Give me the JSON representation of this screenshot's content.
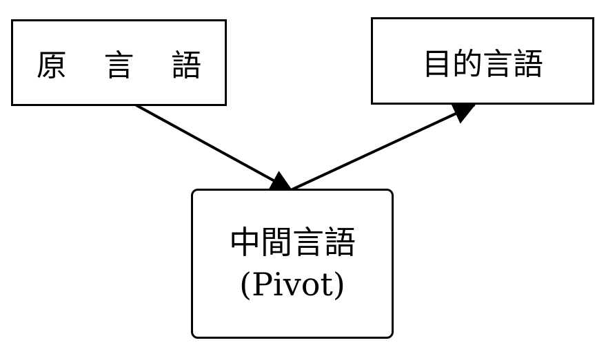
{
  "diagram": {
    "source": {
      "label": "原 言 語"
    },
    "target": {
      "label": "目的言語"
    },
    "pivot": {
      "label": "中間言語",
      "sublabel": "(Pivot)"
    }
  },
  "colors": {
    "line": "#000000",
    "background": "#ffffff"
  }
}
